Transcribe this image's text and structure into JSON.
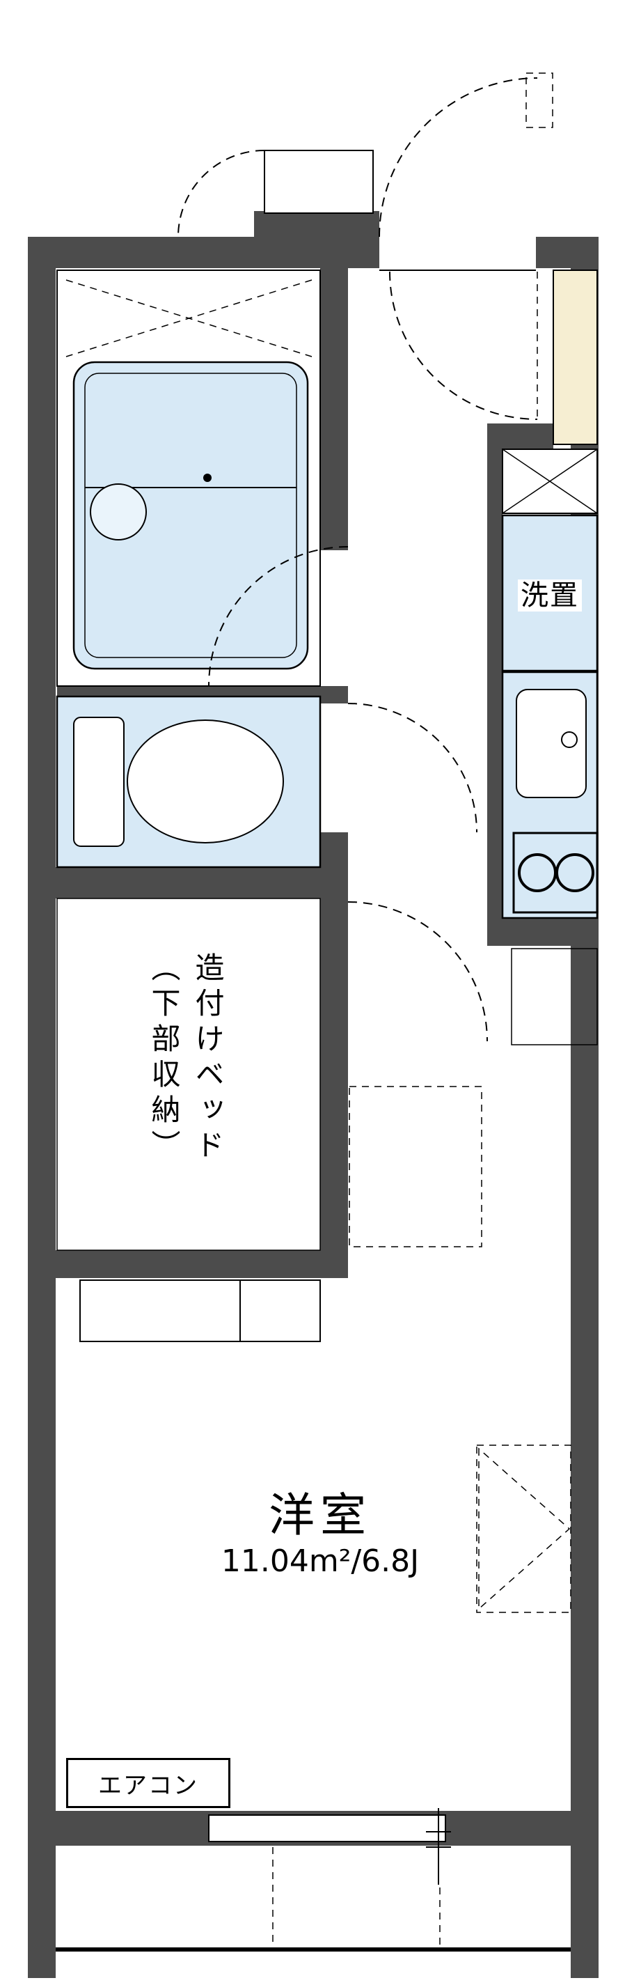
{
  "floorplan": {
    "kitchen": {
      "washer_label": "洗置"
    },
    "bed_room": {
      "name": "造付けベッド",
      "note": "（下部収納）"
    },
    "main_room": {
      "name": "洋室",
      "area": "11.04m²/6.8J"
    },
    "aircon": {
      "label": "エアコン"
    },
    "colors": {
      "wall": "#4c4c4c",
      "fixture": "#d7e9f6",
      "cabinet": "#f6eed2",
      "line": "#000000",
      "background": "#ffffff"
    }
  }
}
